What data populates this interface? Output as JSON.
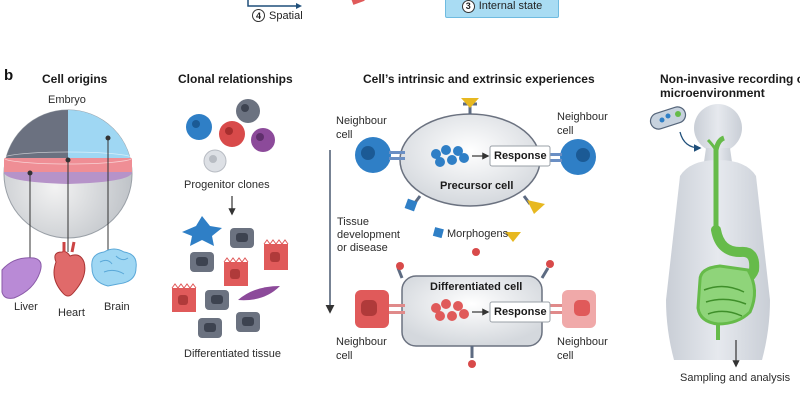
{
  "top": {
    "spatial": {
      "number": "4",
      "label": "Spatial"
    },
    "internal": {
      "number": "3",
      "label": "Internal state"
    }
  },
  "panel_label": "b",
  "col1": {
    "title": "Cell origins",
    "embryo": "Embryo",
    "organs": [
      "Liver",
      "Heart",
      "Brain"
    ]
  },
  "col2": {
    "title": "Clonal relationships",
    "progenitor": "Progenitor clones",
    "differentiated": "Differentiated tissue"
  },
  "col3": {
    "title": "Cell’s intrinsic and extrinsic experiences",
    "neighbour_tl": [
      "Neighbour",
      "cell"
    ],
    "neighbour_tr": [
      "Neighbour",
      "cell"
    ],
    "neighbour_bl": [
      "Neighbour",
      "cell"
    ],
    "neighbour_br": [
      "Neighbour",
      "cell"
    ],
    "response_top": "Response",
    "precursor": "Precursor cell",
    "tissue": [
      "Tissue",
      "development",
      "or disease"
    ],
    "morphogens": "Morphogens",
    "differentiated_cell": "Differentiated cell",
    "response_bottom": "Response"
  },
  "col4": {
    "title": [
      "Non-invasive recording of",
      "microenvironment"
    ],
    "sampling": "Sampling and analysis"
  },
  "colors": {
    "blue_cell": "#2f7fc6",
    "red_cell": "#d84a4a",
    "purple_cell": "#8c4a9a",
    "grey_cell": "#6b7280",
    "gut_green": "#66bb4a"
  }
}
